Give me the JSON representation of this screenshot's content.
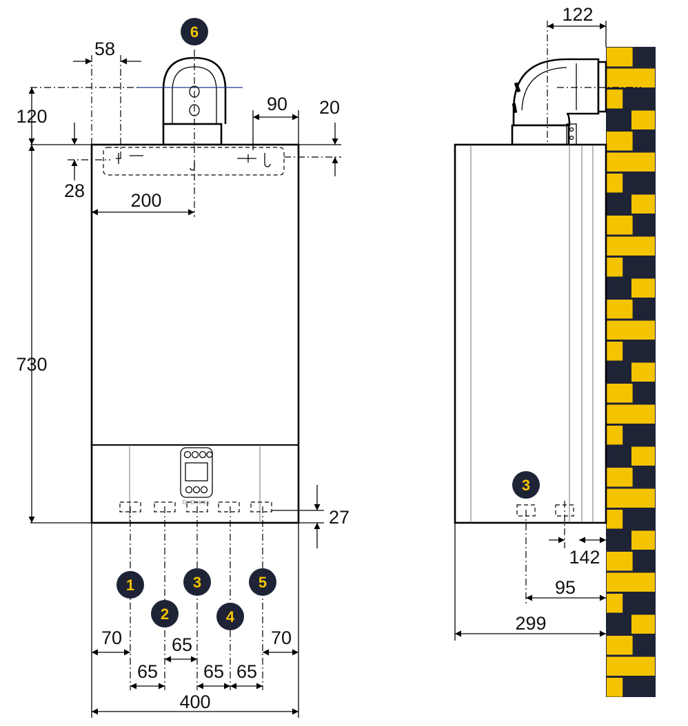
{
  "colors": {
    "badge_bg": "#1e2336",
    "badge_text": "#f5c400",
    "brick_dark": "#1e2336",
    "brick_yellow": "#f5c400"
  },
  "front": {
    "dims": {
      "d58": "58",
      "d120": "120",
      "d28": "28",
      "d200": "200",
      "d90": "90",
      "d20": "20",
      "d730": "730",
      "d27": "27",
      "d70_left": "70",
      "d65_a": "65",
      "d65_b": "65",
      "d65_c": "65",
      "d65_d": "65",
      "d70_right": "70",
      "d400": "400"
    },
    "badges": [
      "1",
      "2",
      "3",
      "4",
      "5",
      "6"
    ],
    "brand": "De Dietrich"
  },
  "side": {
    "dims": {
      "d122": "122",
      "d142": "142",
      "d95": "95",
      "d299": "299"
    },
    "badge": "3"
  }
}
